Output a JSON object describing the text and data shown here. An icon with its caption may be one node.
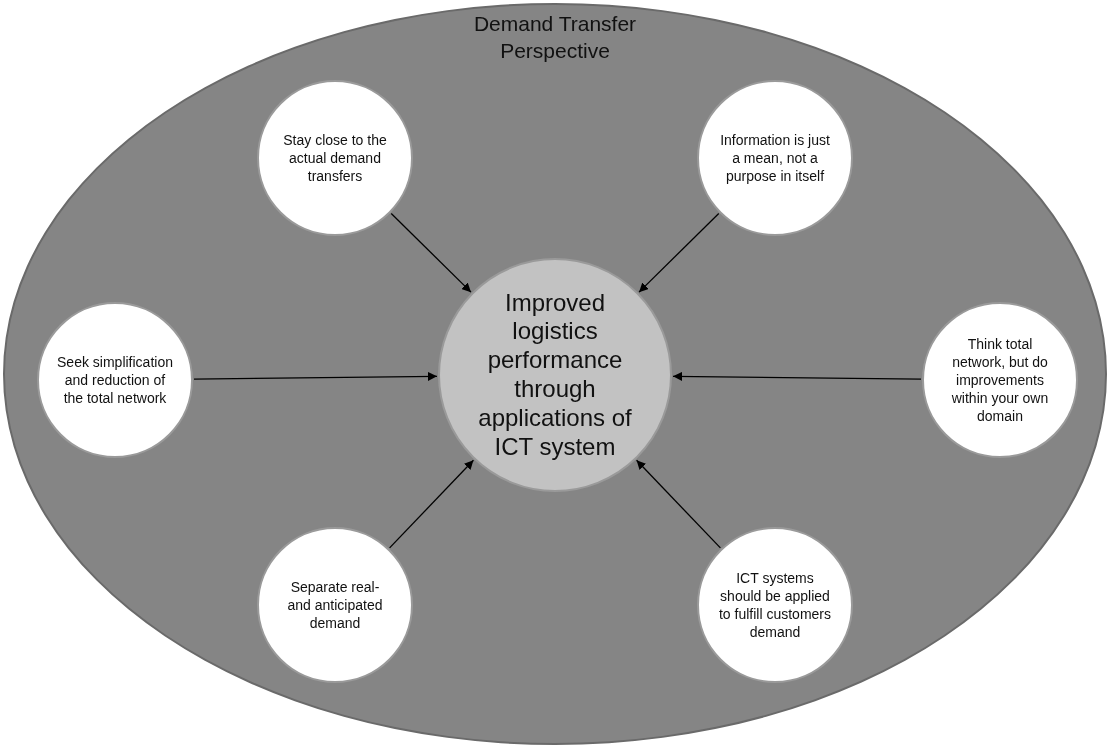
{
  "diagram": {
    "nodes": [
      {
        "text": [
          "Demand Transfer Perspective"
        ]
      },
      {
        "text": [
          "Stay close to the actual demand transfers"
        ],
        "in": 0
      },
      {
        "text": [
          "Information is just a mean, not a purpose in itself"
        ],
        "in": 0
      },
      {
        "text": [
          "Seek simplification and reduction of the total network"
        ],
        "in": 0
      },
      {
        "text": [
          "Improved logistics performance through applications of ICT system"
        ],
        "in": 0
      },
      {
        "text": [
          "Think total network, but do improvements within your own domain"
        ],
        "in": 0
      },
      {
        "text": [
          "Separate real- and anticipated demand"
        ],
        "in": 0
      },
      {
        "text": [
          "ICT systems should be applied to fulfill customers demand"
        ],
        "in": 0
      }
    ],
    "edges": [
      {
        "from": 1,
        "to": 4,
        "arrow": "to"
      },
      {
        "from": 2,
        "to": 4,
        "arrow": "to"
      },
      {
        "from": 3,
        "to": 4,
        "arrow": "to"
      },
      {
        "from": 5,
        "to": 4,
        "arrow": "to"
      },
      {
        "from": 6,
        "to": 4,
        "arrow": "to"
      },
      {
        "from": 7,
        "to": 4,
        "arrow": "to"
      }
    ]
  }
}
